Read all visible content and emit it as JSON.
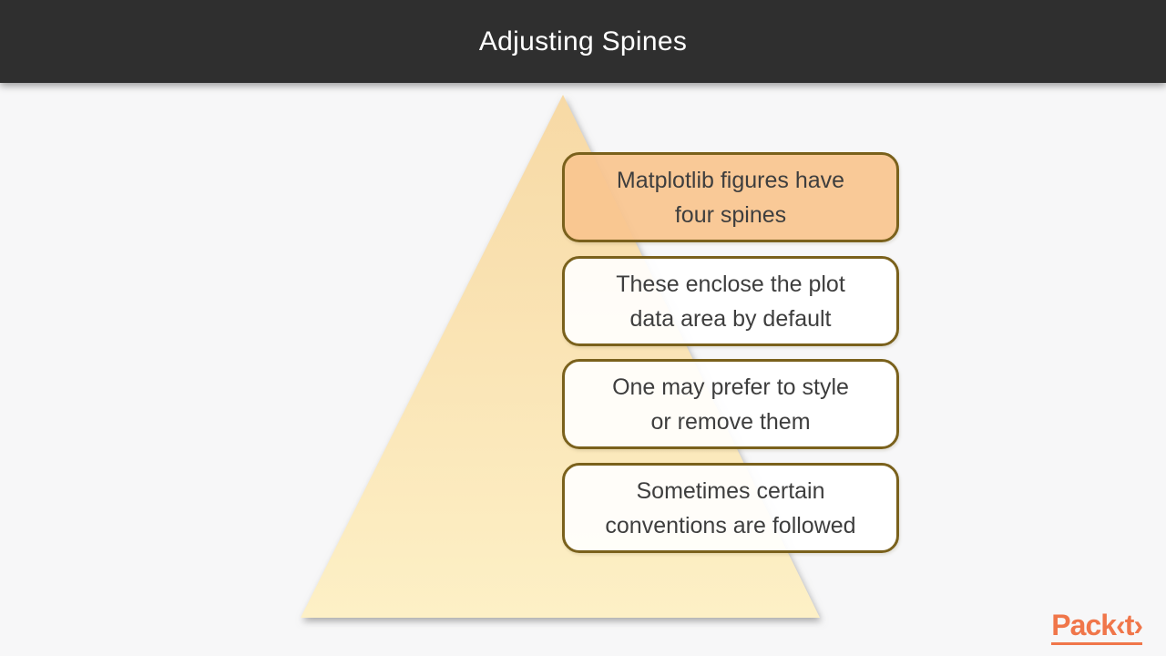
{
  "slide": {
    "background_color": "#f7f7f8"
  },
  "header": {
    "title": "Adjusting Spines",
    "background_color": "#2f2f2f",
    "text_color": "#ffffff"
  },
  "pyramid": {
    "fill_top": "#f7d9a5",
    "fill_bottom": "#fdf0c6",
    "shadow_color": "#909090"
  },
  "boxes": [
    {
      "line1": "Matplotlib figures have",
      "line2": "four spines",
      "fill": "#f9c58f",
      "border": "#7a611c",
      "highlighted": true
    },
    {
      "line1": "These enclose the plot",
      "line2": "data area by default",
      "fill": "#ffffff",
      "border": "#7a611c",
      "highlighted": false
    },
    {
      "line1": "One may prefer to style",
      "line2": "or remove them",
      "fill": "#ffffff",
      "border": "#7a611c",
      "highlighted": false
    },
    {
      "line1": "Sometimes certain",
      "line2": "conventions are followed",
      "fill": "#ffffff",
      "border": "#7a611c",
      "highlighted": false
    }
  ],
  "logo": {
    "text": "Pack‹t›",
    "color": "#f0764a"
  }
}
